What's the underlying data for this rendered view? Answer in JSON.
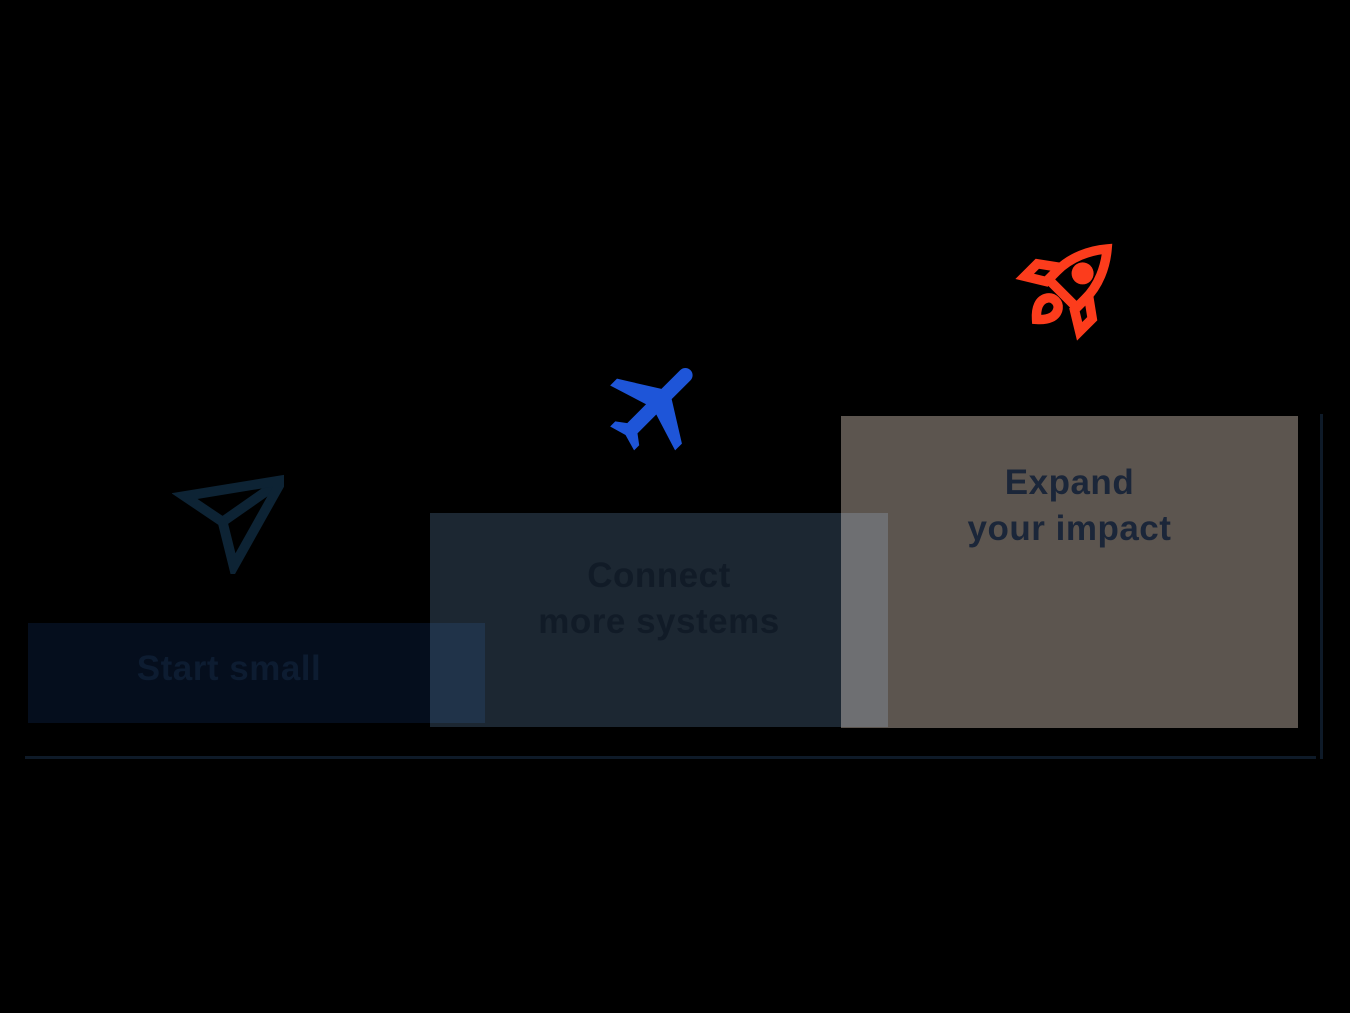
{
  "diagram": {
    "steps": [
      {
        "id": "start-small",
        "label": "Start small",
        "icon": "paper-plane-icon"
      },
      {
        "id": "connect-more-systems",
        "label": "Connect\nmore systems",
        "icon": "airplane-icon"
      },
      {
        "id": "expand-your-impact",
        "label": "Expand\nyour impact",
        "icon": "rocket-icon"
      }
    ]
  },
  "colors": {
    "background": "#000000",
    "step1_fill": "#050E1D",
    "step2_fill": "#1C2732",
    "step3_fill": "#5C554F",
    "step1_label_ink": "#0D1C31",
    "step2_label_ink": "#111B27",
    "step3_label_ink": "#1B2639",
    "paper_plane_icon": "#0D2334",
    "airplane_icon": "#1E55D8",
    "rocket_icon": "#FC3C1C",
    "axis_line": "#0E1A28"
  }
}
